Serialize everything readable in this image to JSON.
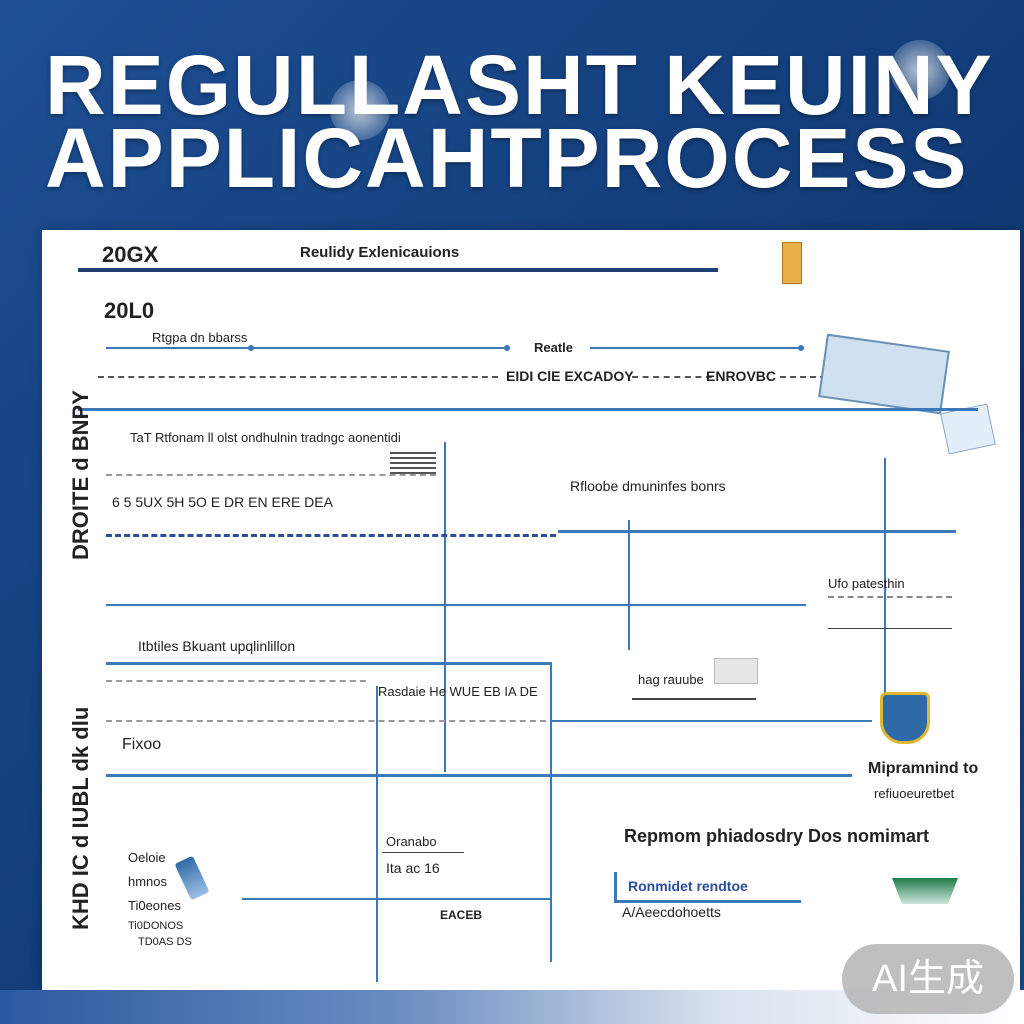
{
  "header": {
    "title_line1": "REGULLASHT  KEUINY",
    "title_line2": "APPLICAHTPROCESS"
  },
  "doc": {
    "top_code": "20GX",
    "top_heading": "Reulidy Exlenicauions",
    "year_label": "20L0",
    "row1_label": "Rtgpa dn bbarss",
    "row1_mid_label": "Reatle",
    "row2_mid_label": "EIDI ClE EXCADOY",
    "row2_right_label": "ENROVBC",
    "section1_title": "TaT Rtfonam ll olst ondhulnin tradngc aonentidi",
    "section1_row": "6 5 5UX   5H   5O E   DR EN ERE DEA",
    "section1_side": "Rfloobe dmuninfes bonrs",
    "section2_title": "Itbtiles Bkuant upqlinlillon",
    "section2_sub": "Rasdaie  He   WUE  EB  IA  DE",
    "section2_right_label": "hag rauube",
    "section2_ext_label": "Ufo patesthin",
    "fix_label": "Fixoo",
    "right_label1": "Mipramnind to",
    "right_label2": "refiuoeuretbet",
    "mid_label1": "Oranabo",
    "mid_label2": "Ita ac 16",
    "right_title": "Repmom phiadosdry Dos nomimart",
    "left_list": [
      "Oeloie",
      "hmnos",
      "Ti0eones",
      "Ti0DONOS",
      "TD0AS DS"
    ],
    "box_label": "Ronmidet rendtoe",
    "box_sub": "A/Aeecdohoetts",
    "bottom_mid": "EACEB",
    "vert_label1": "DROITE d BNPY",
    "vert_label2": "KHD IC d IUBL dk dlu"
  },
  "badge": {
    "label": "AI生成"
  },
  "colors": {
    "accent": "#3b78b8",
    "header_bg": "#14407e"
  }
}
